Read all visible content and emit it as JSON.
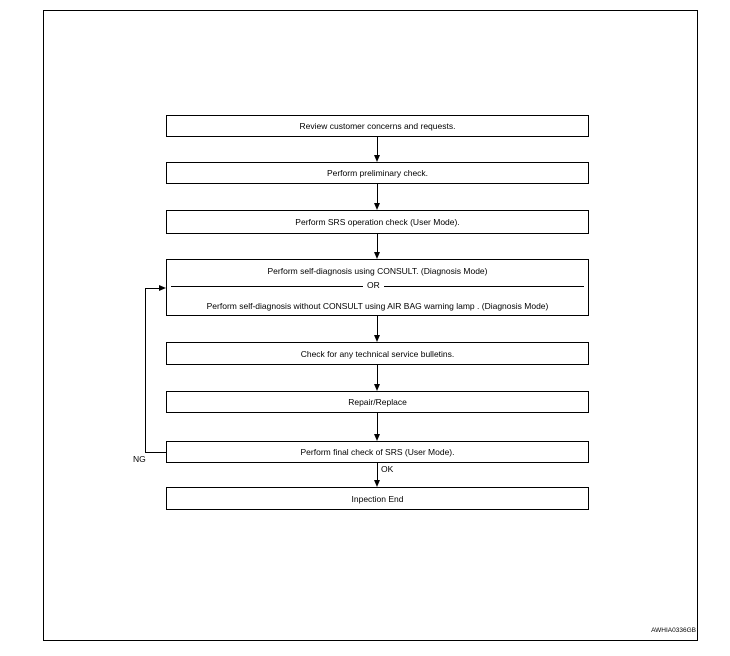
{
  "steps": {
    "review": "Review customer concerns and requests.",
    "preliminary": "Perform preliminary check.",
    "operation_check": "Perform SRS operation check (User Mode).",
    "self_diag_consult": "Perform self-diagnosis using CONSULT. (Diagnosis Mode)",
    "or_label": "OR",
    "self_diag_lamp": "Perform self-diagnosis  without CONSULT using AIR BAG warning lamp . (Diagnosis Mode)",
    "bulletins": "Check for any technical service bulletins.",
    "repair": "Repair/Replace",
    "final_check": "Perform final check of SRS (User Mode).",
    "end": "Inpection End"
  },
  "branches": {
    "ok": "OK",
    "ng": "NG"
  },
  "figure_id": "AWHIA0336GB"
}
